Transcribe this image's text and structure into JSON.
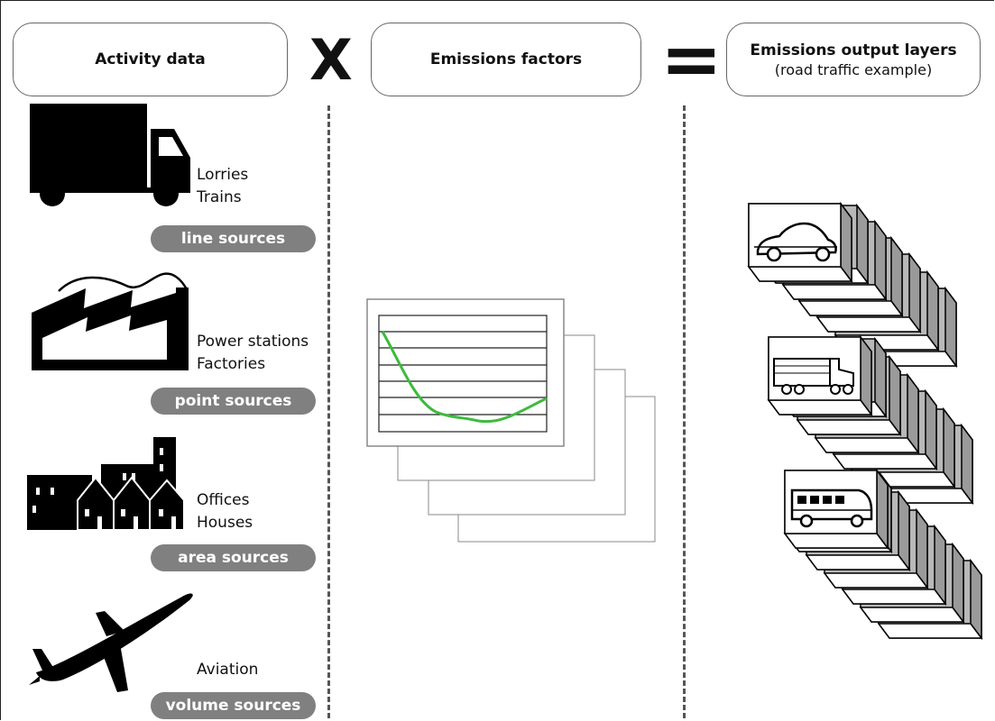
{
  "header": {
    "activity_title": "Activity data",
    "operator_times": "X",
    "factors_title": "Emissions factors",
    "operator_equals": "=",
    "output_title": "Emissions output layers",
    "output_subtitle": "(road traffic example)"
  },
  "sources": [
    {
      "icon": "truck-icon",
      "labels": [
        "Lorries",
        "Trains"
      ],
      "pill": "line sources"
    },
    {
      "icon": "factory-icon",
      "labels": [
        "Power stations",
        "Factories"
      ],
      "pill": "point sources"
    },
    {
      "icon": "buildings-icon",
      "labels": [
        "Offices",
        "Houses"
      ],
      "pill": "area sources"
    },
    {
      "icon": "airplane-icon",
      "labels": [
        "Aviation"
      ],
      "pill": "volume sources"
    }
  ],
  "colors": {
    "curve": "#3dbb3d",
    "pill_bg": "#808080",
    "frame": "#222222",
    "layer_side": "#b0b0b0"
  },
  "output_layers": {
    "icons": [
      "car-icon",
      "lorry-icon",
      "bus-icon"
    ]
  }
}
